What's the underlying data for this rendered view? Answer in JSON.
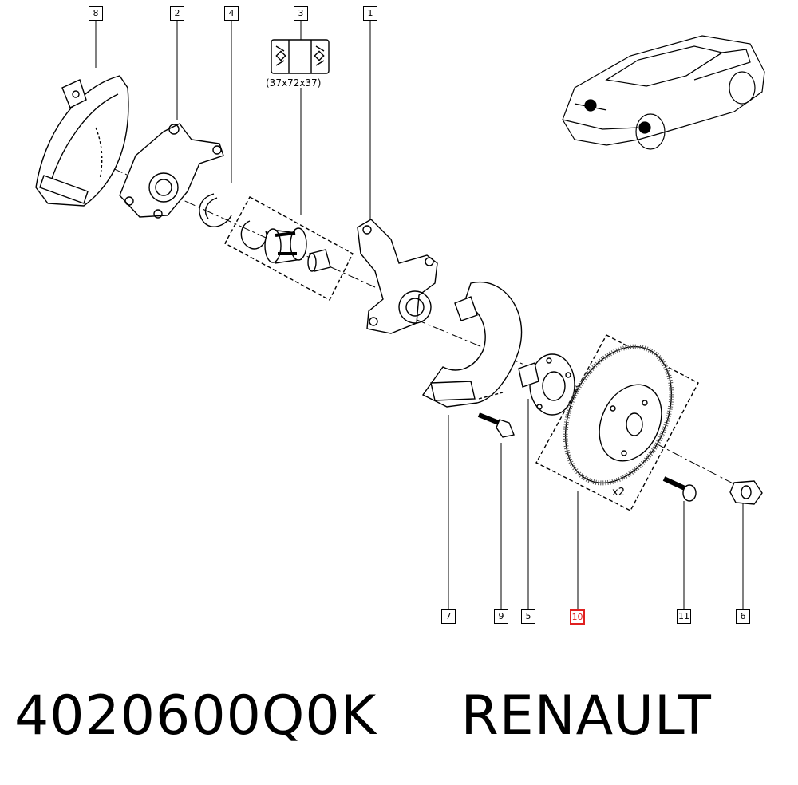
{
  "diagram": {
    "callouts": [
      {
        "id": "c8",
        "label": "8"
      },
      {
        "id": "c2",
        "label": "2"
      },
      {
        "id": "c4",
        "label": "4"
      },
      {
        "id": "c3",
        "label": "3"
      },
      {
        "id": "c1",
        "label": "1"
      },
      {
        "id": "c7",
        "label": "7"
      },
      {
        "id": "c9",
        "label": "9"
      },
      {
        "id": "c5",
        "label": "5"
      },
      {
        "id": "c10",
        "label": "10",
        "highlighted": true
      },
      {
        "id": "c11",
        "label": "11"
      },
      {
        "id": "c6",
        "label": "6"
      }
    ],
    "bearing_dimensions": "(37x72x37)",
    "disc_quantity": "x2",
    "highlight_color": "#e02020",
    "line_color": "#000000"
  },
  "footer": {
    "part_number": "4020600Q0K",
    "brand": "RENAULT"
  }
}
